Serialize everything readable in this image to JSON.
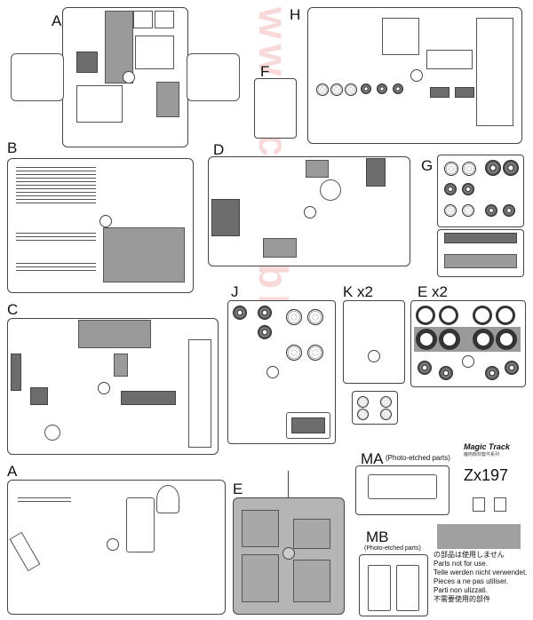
{
  "labels": {
    "a_top": "A",
    "b": "B",
    "c": "C",
    "a_bottom": "A",
    "h": "H",
    "f": "F",
    "d": "D",
    "g": "G",
    "j": "J",
    "k": "K x2",
    "e_x2": "E x2",
    "e": "E",
    "ma": "MA",
    "mb": "MB"
  },
  "photo_etched": {
    "ma_note": "(Photo-etched parts)",
    "mb_note": "(Photo-etched parts)"
  },
  "brand": {
    "logo": "Magic Track",
    "subtitle": "魔術蝕刻套件系列"
  },
  "kit_code": "Zx197",
  "not_for_use": [
    "の部品は使用しません",
    "Parts not for use.",
    "Teile werden nicht verwendet.",
    "Pieces a ne pas utiliser.",
    "Parti non ulizzati.",
    "不需要使用的部件"
  ],
  "watermark": "www.cmhobby",
  "colors": {
    "gray_part": "#9a9a9a",
    "outline": "#444444",
    "watermark": "#e67878"
  }
}
